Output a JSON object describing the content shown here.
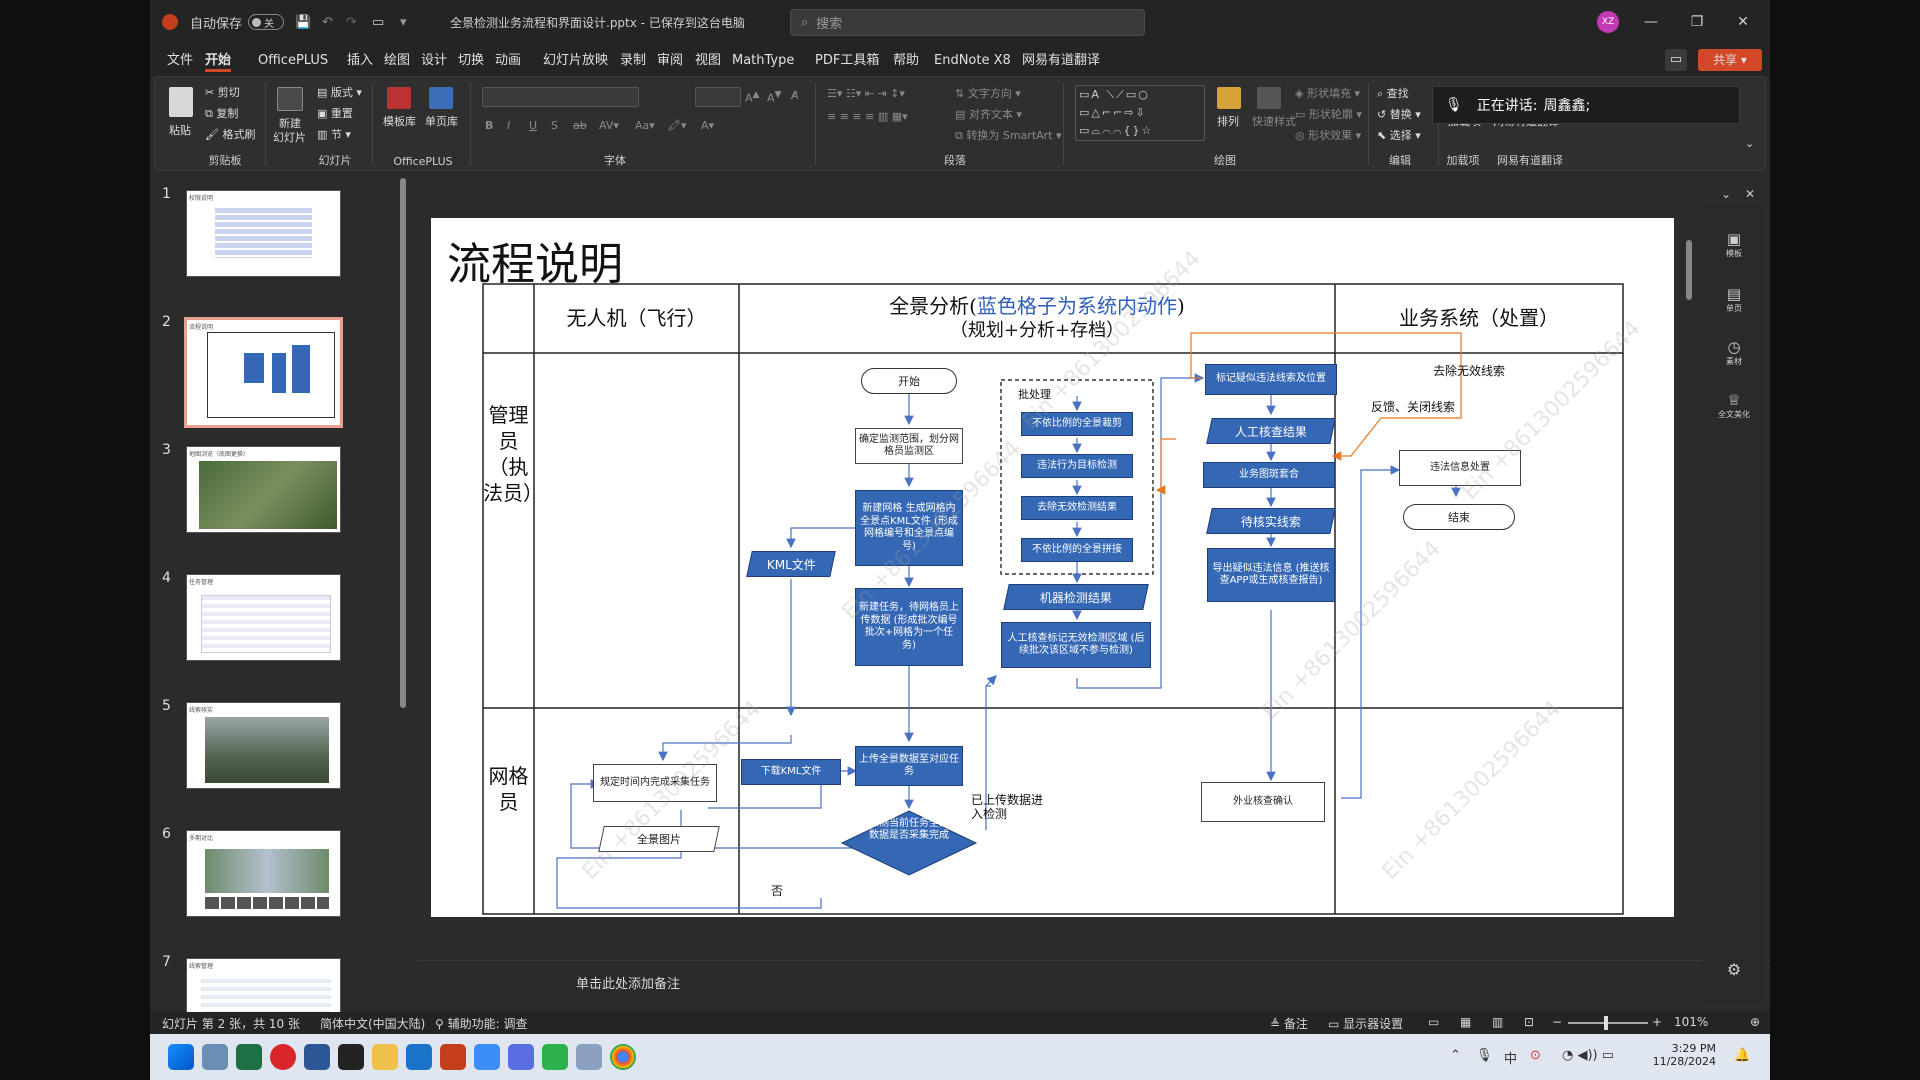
{
  "window": {
    "autosave_label": "自动保存",
    "autosave_state": "关",
    "file_title": "全景检测业务流程和界面设计.pptx - 已保存到这台电脑",
    "search_placeholder": "搜索",
    "user_initials": "XZ"
  },
  "menu": [
    "文件",
    "开始",
    "OfficePLUS",
    "插入",
    "绘图",
    "设计",
    "切换",
    "动画",
    "幻灯片放映",
    "录制",
    "审阅",
    "视图",
    "MathType",
    "PDF工具箱",
    "帮助",
    "EndNote X8",
    "网易有道翻译"
  ],
  "menu_active": "开始",
  "share_label": "共享",
  "ribbon": {
    "clipboard": {
      "paste": "粘贴",
      "cut": "剪切",
      "copy": "复制",
      "format_painter": "格式刷",
      "label": "剪贴板"
    },
    "slides": {
      "new_slide_l1": "新建",
      "new_slide_l2": "幻灯片",
      "layout": "版式",
      "reset": "重置",
      "section": "节",
      "label": "幻灯片"
    },
    "officeplus": {
      "template": "模板库",
      "single_page": "单页库",
      "label": "OfficePLUS"
    },
    "font": {
      "label": "字体"
    },
    "paragraph": {
      "text_direction": "文字方向",
      "align_text": "对齐文本",
      "smartart": "转换为 SmartArt",
      "label": "段落"
    },
    "drawing": {
      "arrange": "排列",
      "quick_styles": "快速样式",
      "shape_fill": "形状填充",
      "shape_outline": "形状轮廓",
      "shape_effects": "形状效果",
      "label": "绘图"
    },
    "editing": {
      "find": "查找",
      "replace": "替换",
      "select": "选择",
      "label": "编辑"
    },
    "addins": {
      "addin": "加载项",
      "youdao": "网易有道翻译",
      "label_addins": "加载项",
      "label_youdao": "网易有道翻译"
    }
  },
  "speaking": {
    "label": "正在讲话:",
    "name": "周鑫鑫;"
  },
  "thumbnails": [
    {
      "num": "1",
      "title": "权限说明"
    },
    {
      "num": "2",
      "title": "流程说明"
    },
    {
      "num": "3",
      "title": "地图浏览（底图更换）"
    },
    {
      "num": "4",
      "title": "任务管理"
    },
    {
      "num": "5",
      "title": "线索核实"
    },
    {
      "num": "6",
      "title": "多期对比"
    },
    {
      "num": "7",
      "title": "线索管理"
    }
  ],
  "slide": {
    "title": "流程说明",
    "col_drone": "无人机（飞行）",
    "col_analysis_l1_a": "全景分析(",
    "col_analysis_l1_blue": "蓝色格子为系统内动作",
    "col_analysis_l1_b": ")",
    "col_analysis_l2": "（规划+分析+存档）",
    "col_business": "业务系统（处置）",
    "row_manager": "管理员（执法员）",
    "row_grid": "网格员",
    "nodes": {
      "start": "开始",
      "confirm_range": "确定监测范围，划分网格员监测区",
      "new_grid": "新建网格 生成网格内全景点KML文件 (形成网格编号和全景点编号)",
      "kml_file": "KML文件",
      "new_task": "新建任务，待网格员上传数据 (形成批次编号 批次+网格为一个任务)",
      "batch": "批处理",
      "crop": "不依比例的全景裁剪",
      "detect": "违法行为目标检测",
      "remove_invalid": "去除无效检测结果",
      "stitch": "不依比例的全景拼接",
      "machine_result": "机器检测结果",
      "manual_mark": "人工核查标记无效检测区域 (后续批次该区域不参与检测)",
      "mark_suspect": "标记疑似违法线索及位置",
      "manual_check": "人工核查结果",
      "overlay": "业务图斑套合",
      "pending": "待核实线索",
      "export": "导出疑似违法信息 (推送核查APP或生成核查报告)",
      "remove_clue": "去除无效线索",
      "feedback": "反馈、关闭线索",
      "handle": "违法信息处置",
      "end": "结束",
      "download_kml": "下载KML文件",
      "collect": "规定时间内完成采集任务",
      "pano": "全景图片",
      "upload": "上传全景数据至对应任务",
      "check_done": "检测当前任务全景数据是否采集完成",
      "uploaded": "已上传数据进入检测",
      "no": "否",
      "field_check": "外业核查确认"
    },
    "watermark": "Ein +8613002596644"
  },
  "notes_placeholder": "单击此处添加备注",
  "status": {
    "slide_info": "幻灯片 第 2 张，共 10 张",
    "language": "简体中文(中国大陆)",
    "accessibility": "辅助功能: 调查",
    "notes": "备注",
    "display": "显示器设置",
    "zoom": "101%"
  },
  "right_panel": [
    "模板",
    "单页",
    "素材",
    "全文美化"
  ],
  "clock": {
    "time": "3:29 PM",
    "date": "11/28/2024"
  },
  "colors": {
    "accent": "#d24726",
    "flow_blue": "#3467b4",
    "title_blue": "#2f5dbd",
    "orange_line": "#e87722"
  }
}
